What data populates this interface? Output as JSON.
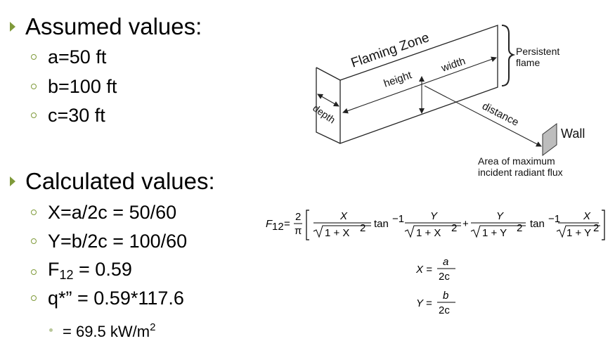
{
  "assumed": {
    "heading": "Assumed values:",
    "items": [
      "a=50 ft",
      "b=100 ft",
      "c=30 ft"
    ]
  },
  "calculated": {
    "heading": "Calculated values:",
    "x": "X=a/2c = 50/60",
    "y": "Y=b/2c = 100/60",
    "f_main": "F",
    "f_sub": "12",
    "f_rest": " = 0.59",
    "q": "q*” = 0.59*117.6",
    "result_main": "= 69.5 kW/m",
    "result_sup": "2"
  },
  "diagram": {
    "flaming_zone": "Flaming Zone",
    "height": "height",
    "width": "width",
    "depth": "depth",
    "distance": "distance",
    "persistent_1": "Persistent",
    "persistent_2": "flame",
    "wall": "Wall",
    "area_1": "Area of maximum",
    "area_2": "incident radiant flux"
  },
  "formula": {
    "F": "F",
    "F_sub": "12",
    "eq": "=",
    "two": "2",
    "pi": "π",
    "X": "X",
    "Y": "Y",
    "one_plus_x2": "1 + X",
    "one_plus_y2": "1 + Y",
    "exp2": "2",
    "tan": "tan",
    "tan_exp": "−1",
    "plus": "+",
    "x_def_lhs": "X =",
    "x_def_num": "a",
    "x_def_den": "2c",
    "y_def_lhs": "Y =",
    "y_def_num": "b",
    "y_def_den": "2c"
  },
  "colors": {
    "accent": "#7f9a3a",
    "dot": "#b9c79a"
  }
}
